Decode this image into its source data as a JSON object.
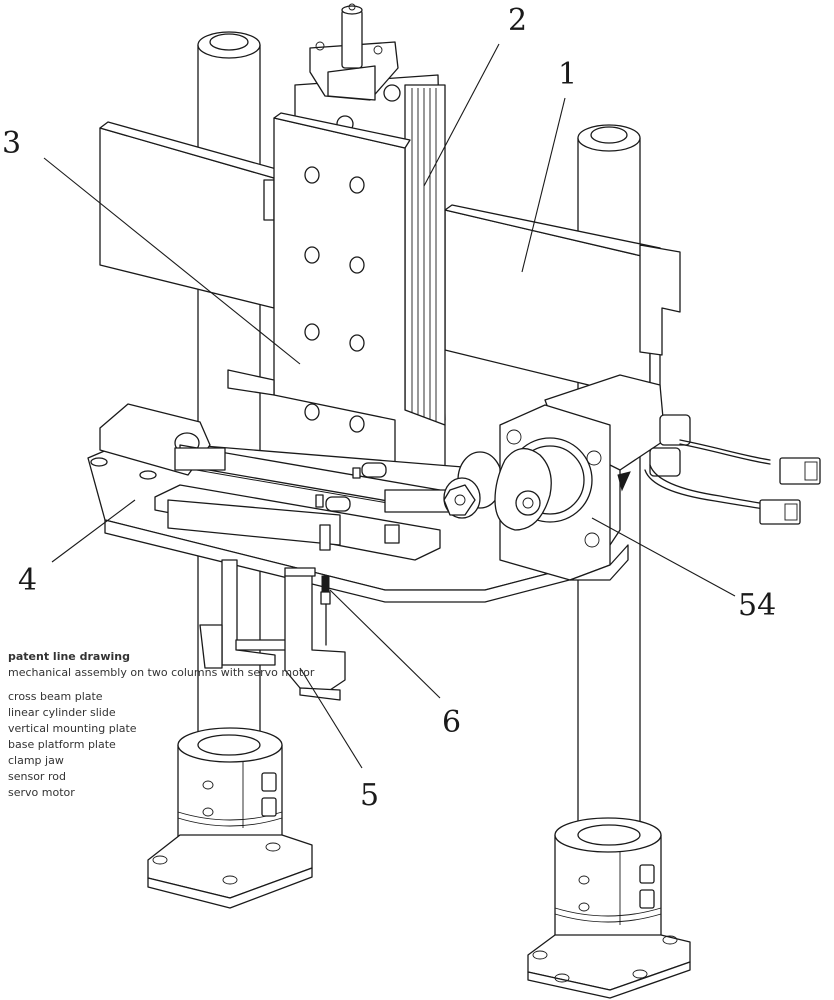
{
  "figure": {
    "type": "patent line drawing",
    "subject": "mechanical assembly on two columns with servo motor",
    "line_color": "#1a1a1a",
    "background": "#ffffff"
  },
  "callouts": [
    {
      "id": "c1",
      "label": "1",
      "part": "cross beam plate"
    },
    {
      "id": "c2",
      "label": "2",
      "part": "linear cylinder slide"
    },
    {
      "id": "c3",
      "label": "3",
      "part": "vertical mounting plate"
    },
    {
      "id": "c4",
      "label": "4",
      "part": "base platform plate"
    },
    {
      "id": "c5",
      "label": "5",
      "part": "clamp jaw"
    },
    {
      "id": "c6",
      "label": "6",
      "part": "sensor rod"
    },
    {
      "id": "c54",
      "label": "54",
      "part": "servo motor"
    }
  ]
}
